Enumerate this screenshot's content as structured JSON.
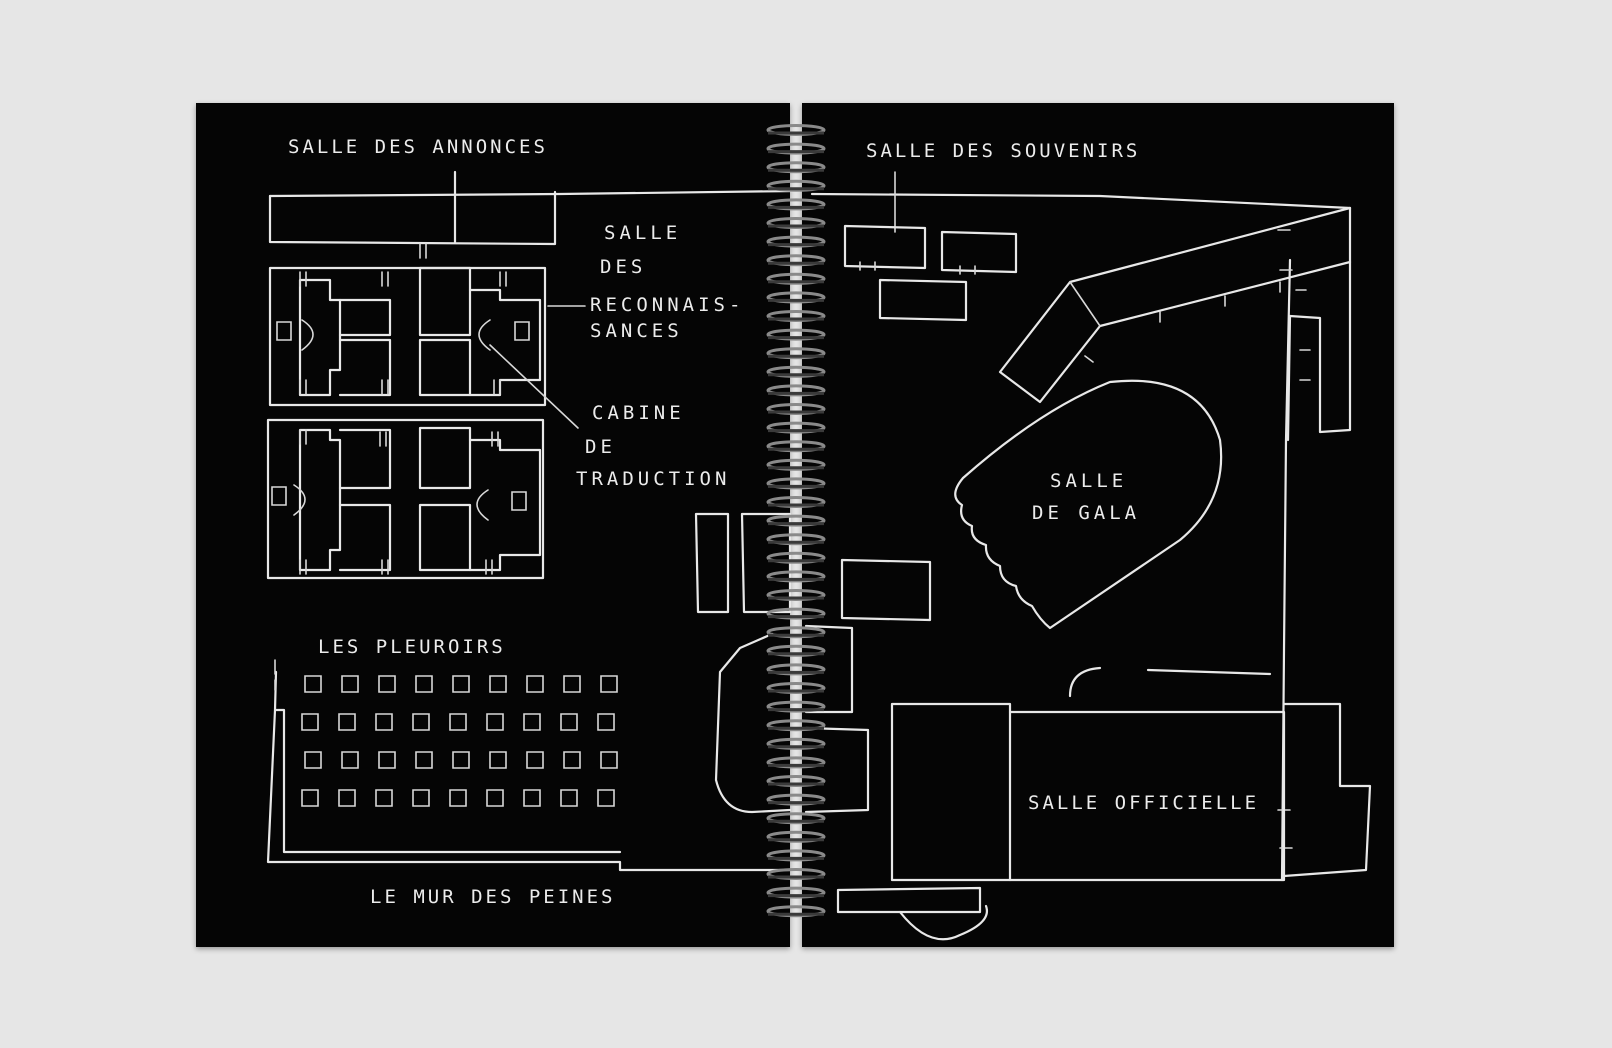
{
  "labels": {
    "annonces": "SALLE DES ANNONCES",
    "reconnaissances": [
      "SALLE",
      "DES",
      "RECONNAIS-",
      "SANCES"
    ],
    "cabine": [
      "CABINE",
      "DE",
      "TRADUCTION"
    ],
    "pleuroirs": "LES PLEUROIRS",
    "mur": "LE  MUR DES PEINES",
    "souvenirs": "SALLE DES SOUVENIRS",
    "gala": [
      "SALLE",
      "DE GALA"
    ],
    "officielle": "SALLE OFFICIELLE"
  }
}
